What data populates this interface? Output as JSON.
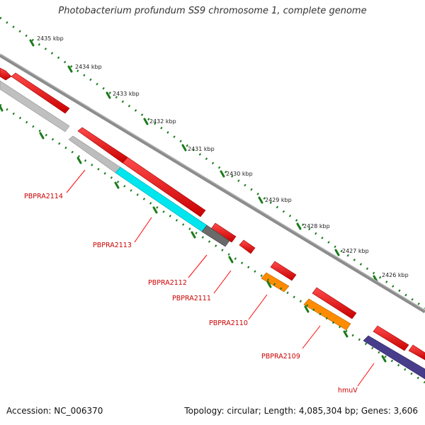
{
  "title": "Photobacterium profundum SS9 chromosome 1, complete genome",
  "footer": {
    "accession": "Accession: NC_006370",
    "summary": "Topology: circular; Length: 4,085,304 bp; Genes: 3,606"
  },
  "scale_labels": [
    "2435 kbp",
    "2434 kbp",
    "2433 kbp",
    "2432 kbp",
    "2431 kbp",
    "2430 kbp",
    "2429 kbp",
    "2428 kbp",
    "2427 kbp",
    "2426 kbp"
  ],
  "genes": [
    {
      "label": "PBPRA2114",
      "color": "#c0c0c0"
    },
    {
      "label": "PBPRA2113",
      "color": "#00e5ee"
    },
    {
      "label": "PBPRA2112",
      "color": "#6a6a6a"
    },
    {
      "label": "PBPRA2111",
      "color": "#ff0000"
    },
    {
      "label": "PBPRA2110",
      "color": "#ff8c00"
    },
    {
      "label": "PBPRA2109",
      "color": "#ff8c00"
    },
    {
      "label": "hmuV",
      "color": "#483d8b"
    }
  ],
  "colors": {
    "backbone": "#8c8c8c",
    "cds": "#ff0000",
    "scale_dots": "#1a7a1a",
    "label_text": "#cc0000",
    "leader_line": "#ff0000"
  }
}
